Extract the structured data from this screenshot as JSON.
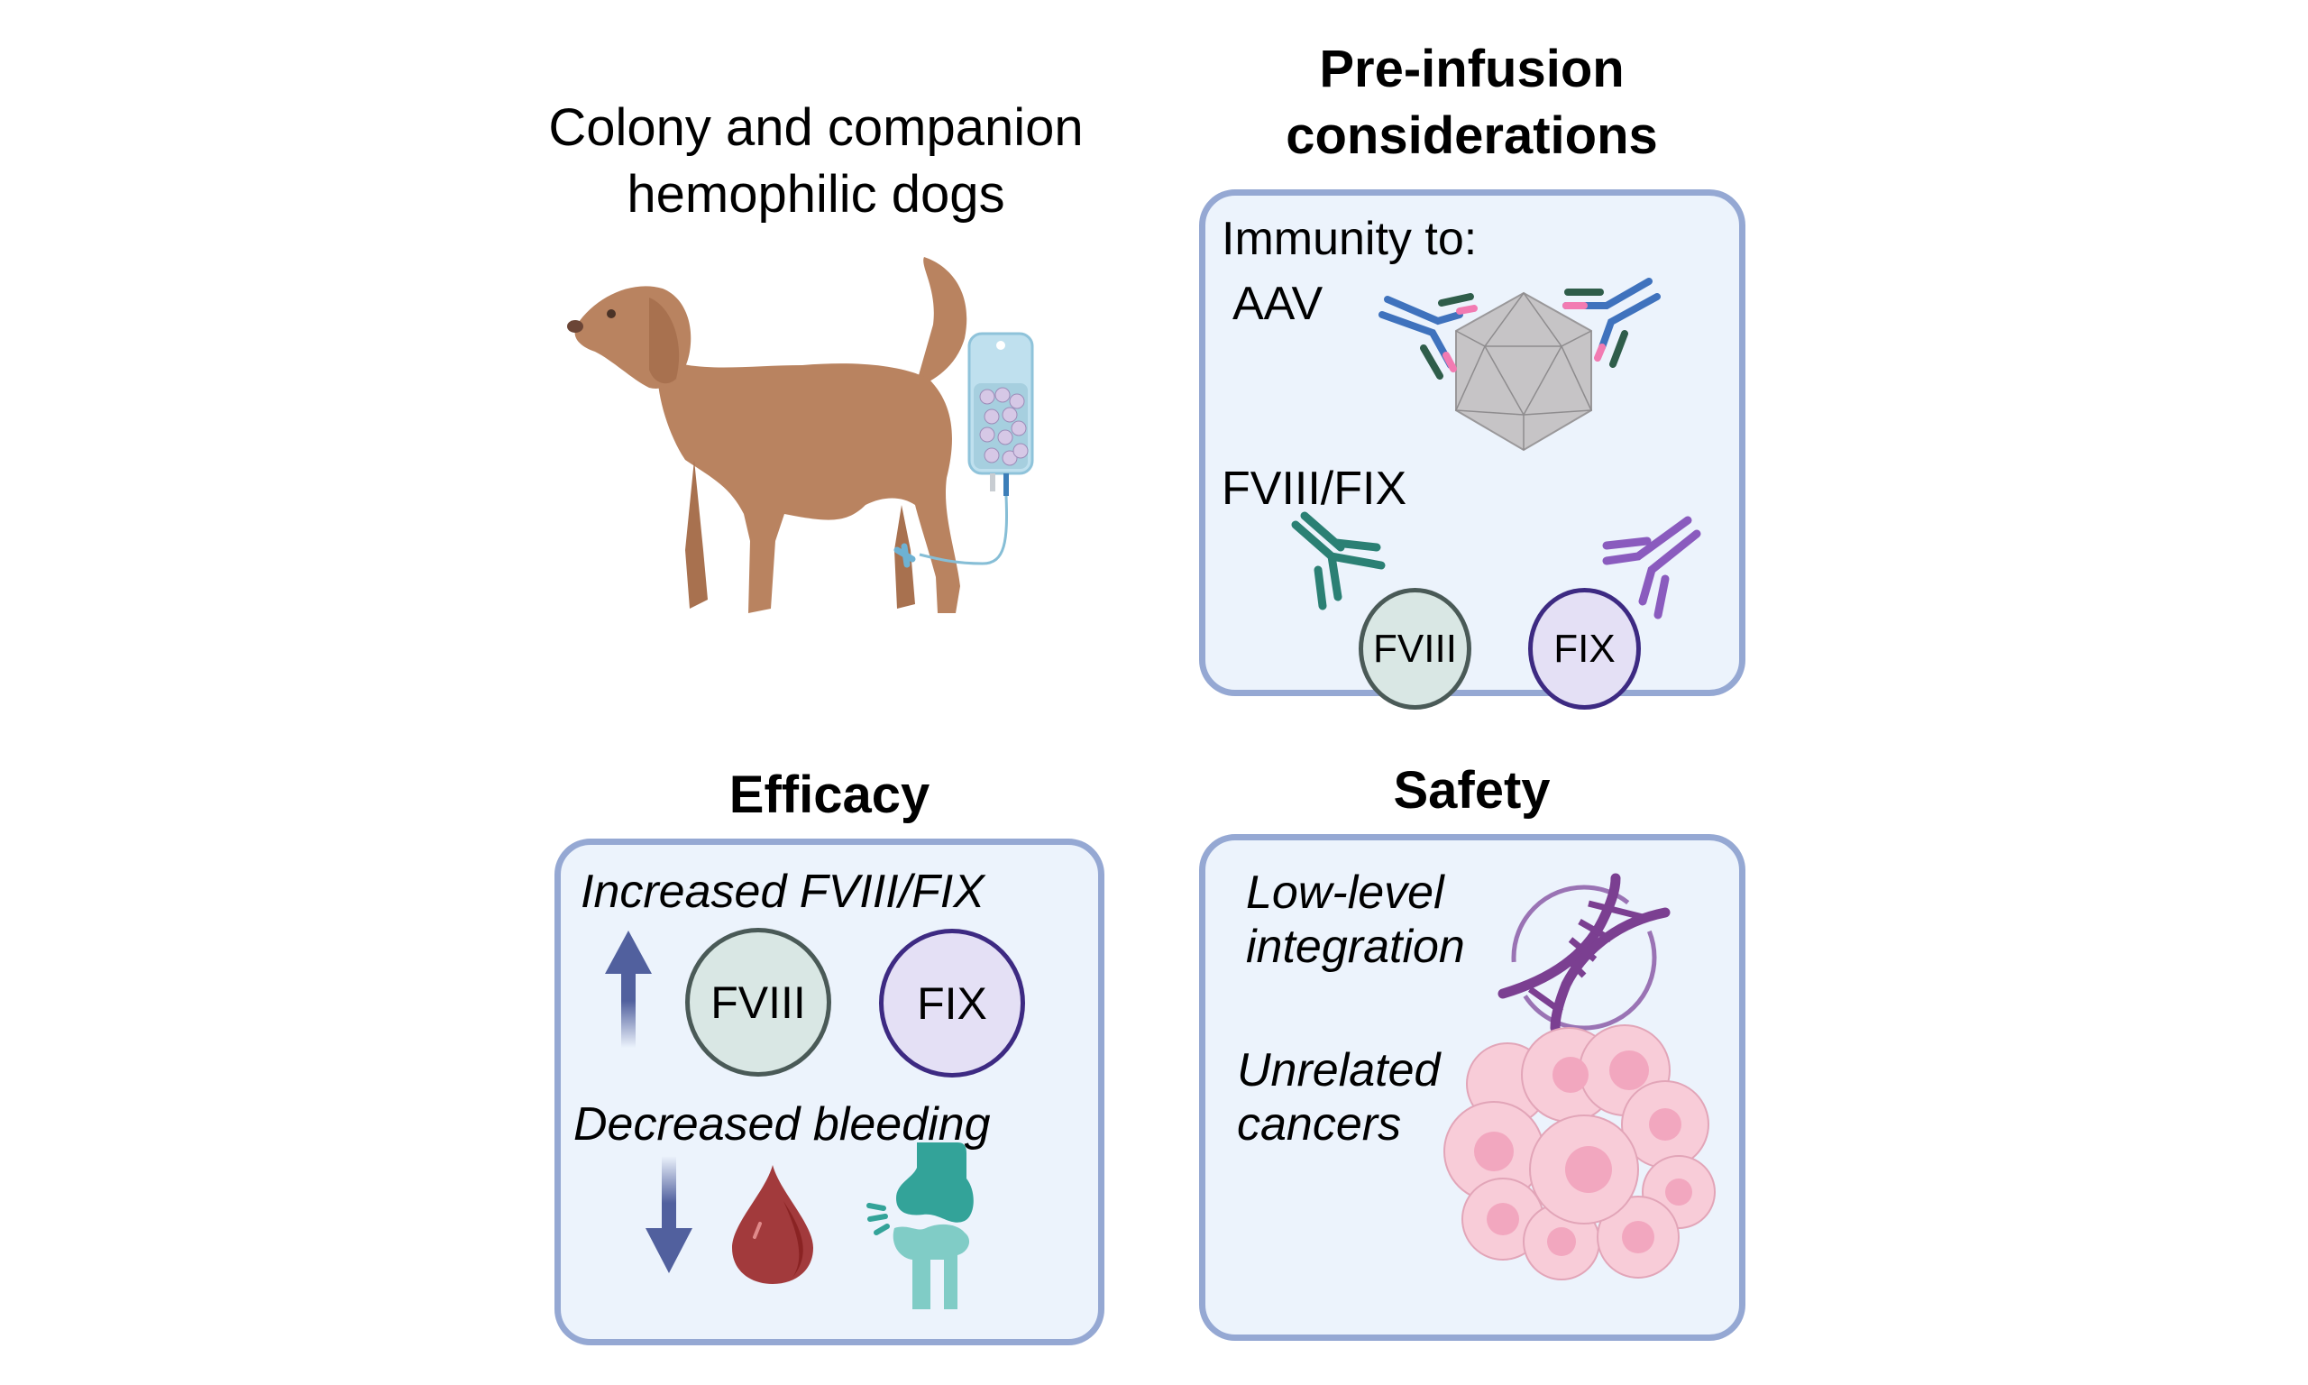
{
  "top_left": {
    "title_line1": "Colony and companion",
    "title_line2": "hemophilic dogs",
    "illustration": "dog-with-iv-infusion"
  },
  "pre_infusion": {
    "heading_line1": "Pre-infusion",
    "heading_line2": "considerations",
    "immunity_label": "Immunity to:",
    "aav_label": "AAV",
    "factor_label": "FVIII/FIX",
    "fviii_circle": "FVIII",
    "fix_circle": "FIX"
  },
  "efficacy": {
    "heading": "Efficacy",
    "increased_label": "Increased FVIII/FIX",
    "fviii_circle": "FVIII",
    "fix_circle": "FIX",
    "decreased_label": "Decreased bleeding"
  },
  "safety": {
    "heading": "Safety",
    "integration_line1": "Low-level",
    "integration_line2": "integration",
    "cancers_line1": "Unrelated",
    "cancers_line2": "cancers"
  },
  "colors": {
    "panel_border": "#95A8D3",
    "panel_fill": "#ECF3FC",
    "fviii_fill": "#D9E7E4",
    "fviii_border": "#4A5A57",
    "fix_fill": "#E4E0F5",
    "fix_border": "#3D2A82",
    "arrow": "#51609E",
    "antibody_aav": "#3F72BD",
    "antibody_fviii": "#2B8074",
    "antibody_fix": "#8A5BBE",
    "dna": "#7B3F91",
    "blood": "#A23A3C",
    "bone_upper": "#33A399",
    "bone_lower": "#80CCC6",
    "cancer_cell": "#F8CCD8",
    "dog": "#B98360"
  }
}
